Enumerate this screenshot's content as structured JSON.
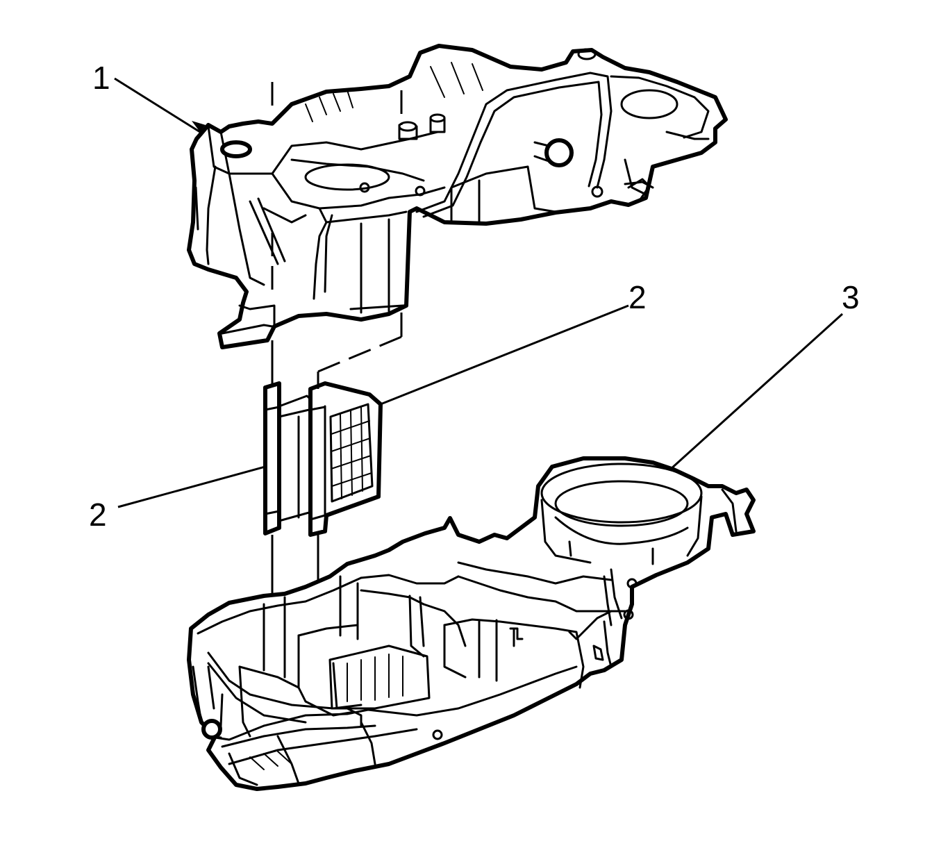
{
  "callouts": [
    {
      "number": "1",
      "part": "upper-case"
    },
    {
      "number": "2",
      "part": "seal-right"
    },
    {
      "number": "2",
      "part": "seal-left"
    },
    {
      "number": "3",
      "part": "lower-case"
    }
  ]
}
